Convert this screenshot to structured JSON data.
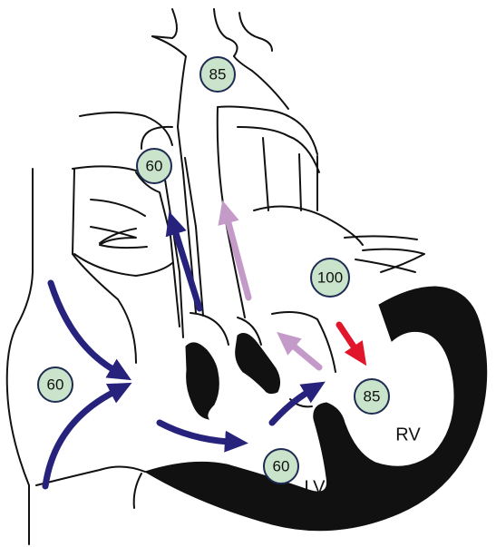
{
  "colors": {
    "deoxygenated": "#27237d",
    "mixed": "#c49ac9",
    "oxygenated": "#e2162b",
    "badge_fill": "#c9e4cb",
    "badge_stroke": "#1e2b52",
    "outline": "#111111"
  },
  "saturations": {
    "aorta": "85",
    "pulmonary_artery": "60",
    "left_atrium": "100",
    "right_atrium": "60",
    "right_ventricle": "85",
    "left_ventricle": "60"
  },
  "chambers": {
    "rv": "RV",
    "lv": "LV"
  }
}
